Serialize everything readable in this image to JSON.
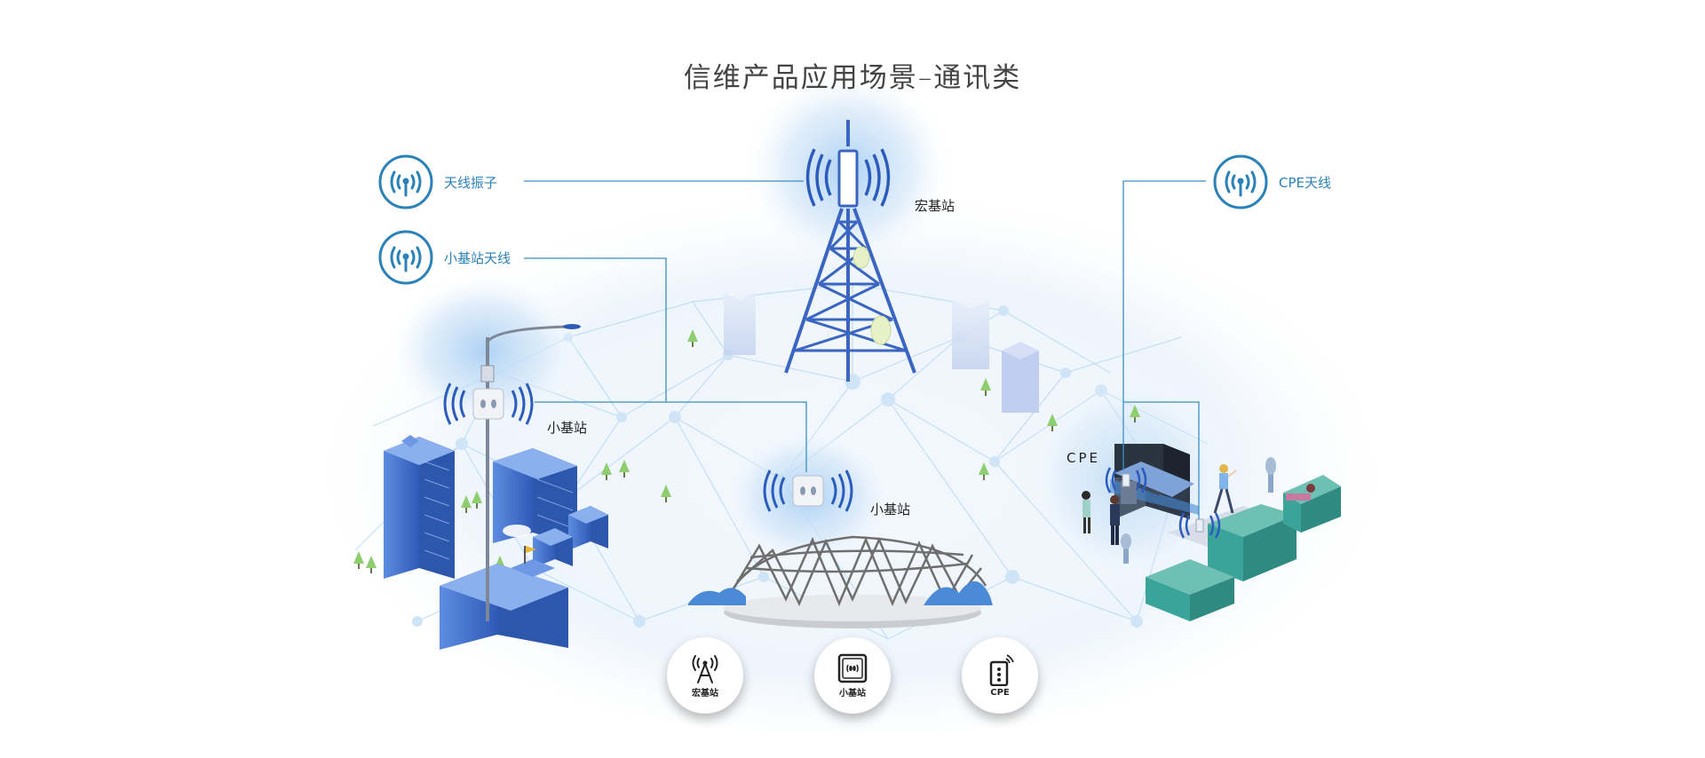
{
  "title": "信维产品应用场景–通讯类",
  "legend": [
    {
      "label": "天线振子",
      "icon": "antenna-signal-icon"
    },
    {
      "label": "小基站天线",
      "icon": "antenna-signal-icon"
    },
    {
      "label": "CPE天线",
      "icon": "antenna-signal-icon"
    }
  ],
  "scene_labels": {
    "macro_station": "宏基站",
    "small_station_city": "小基站",
    "small_station_stadium": "小基站",
    "cpe": "CPE"
  },
  "buttons": [
    {
      "label": "宏基站",
      "icon": "tower-icon"
    },
    {
      "label": "小基站",
      "icon": "small-cell-icon"
    },
    {
      "label": "CPE",
      "icon": "cpe-device-icon"
    }
  ],
  "colors": {
    "accent": "#2b82b8",
    "connector": "#3b8fc4",
    "building_blue": "#3f6fc9",
    "tower_blue": "#3a66c2",
    "glow": "#bcd8f5",
    "network_line": "#bfdcf3"
  }
}
